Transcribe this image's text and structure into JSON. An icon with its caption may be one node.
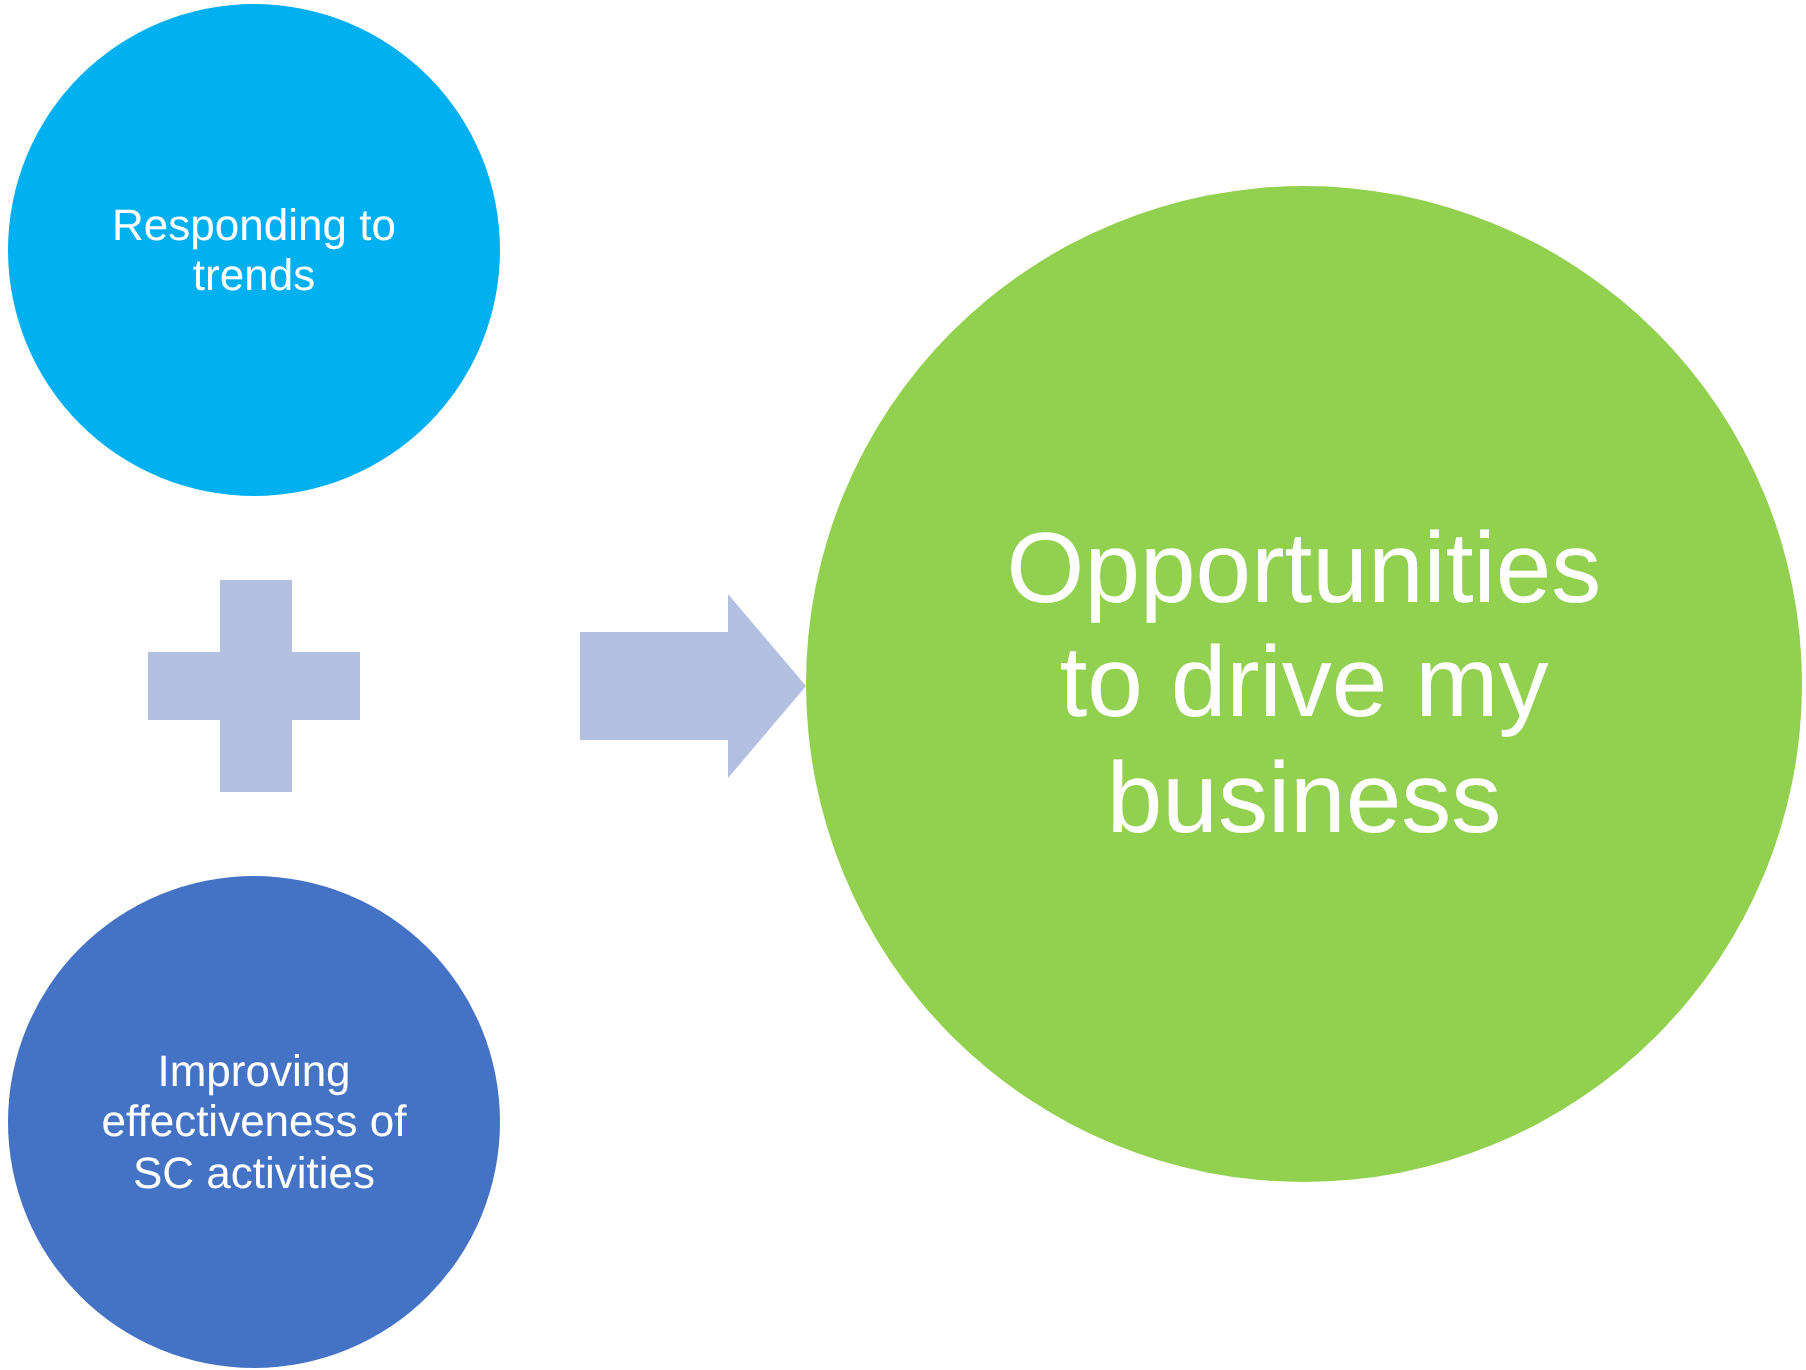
{
  "diagram": {
    "nodes": [
      {
        "text": [
          "Responding to trends"
        ]
      },
      {
        "text": [
          "Improving effectiveness of SC activities"
        ]
      },
      {
        "text": [
          "Opportunities to drive my business"
        ]
      }
    ],
    "edges": [
      {
        "from": null,
        "to": 2,
        "arrow": "to"
      }
    ]
  }
}
